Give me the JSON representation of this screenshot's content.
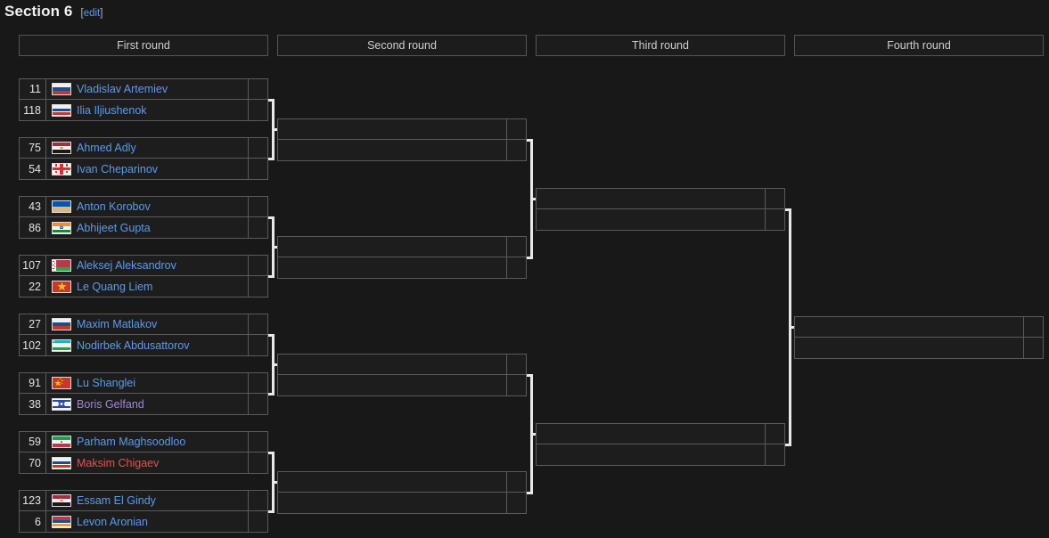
{
  "heading": {
    "title": "Section 6",
    "bracket_open": "[",
    "edit_label": "edit",
    "bracket_close": "]"
  },
  "colors": {
    "link": "#5d9bed",
    "visited_link": "#a187d6",
    "red_link": "#ea5050",
    "background": "#181818",
    "cell_background": "#1d1d1d",
    "cell_border": "#5a5a5a",
    "connector": "#e8e8e8",
    "header_text": "#cfcfcf"
  },
  "rounds": [
    {
      "label": "First round"
    },
    {
      "label": "Second round"
    },
    {
      "label": "Third round"
    },
    {
      "label": "Fourth round"
    }
  ],
  "first_round_matches": [
    {
      "players": [
        {
          "seed": "11",
          "name": "Vladislav Artemiev",
          "country": "Russia",
          "flag": "ru",
          "link_state": "normal"
        },
        {
          "seed": "118",
          "name": "Ilia Iljiushenok",
          "country": "Russia",
          "flag": "ru",
          "link_state": "normal"
        }
      ]
    },
    {
      "players": [
        {
          "seed": "75",
          "name": "Ahmed Adly",
          "country": "Egypt",
          "flag": "eg",
          "link_state": "normal"
        },
        {
          "seed": "54",
          "name": "Ivan Cheparinov",
          "country": "Georgia",
          "flag": "ge",
          "link_state": "normal"
        }
      ]
    },
    {
      "players": [
        {
          "seed": "43",
          "name": "Anton Korobov",
          "country": "Ukraine",
          "flag": "ua",
          "link_state": "normal"
        },
        {
          "seed": "86",
          "name": "Abhijeet Gupta",
          "country": "India",
          "flag": "in",
          "link_state": "normal"
        }
      ]
    },
    {
      "players": [
        {
          "seed": "107",
          "name": "Aleksej Aleksandrov",
          "country": "Belarus",
          "flag": "by",
          "link_state": "normal"
        },
        {
          "seed": "22",
          "name": "Le Quang Liem",
          "country": "Vietnam",
          "flag": "vn",
          "link_state": "normal"
        }
      ]
    },
    {
      "players": [
        {
          "seed": "27",
          "name": "Maxim Matlakov",
          "country": "Russia",
          "flag": "ru",
          "link_state": "normal"
        },
        {
          "seed": "102",
          "name": "Nodirbek Abdusattorov",
          "country": "Uzbekistan",
          "flag": "uz",
          "link_state": "normal"
        }
      ]
    },
    {
      "players": [
        {
          "seed": "91",
          "name": "Lu Shanglei",
          "country": "China",
          "flag": "cn",
          "link_state": "normal"
        },
        {
          "seed": "38",
          "name": "Boris Gelfand",
          "country": "Israel",
          "flag": "il",
          "link_state": "visited"
        }
      ]
    },
    {
      "players": [
        {
          "seed": "59",
          "name": "Parham Maghsoodloo",
          "country": "Iran",
          "flag": "ir",
          "link_state": "normal"
        },
        {
          "seed": "70",
          "name": "Maksim Chigaev",
          "country": "Russia",
          "flag": "ru",
          "link_state": "redlink"
        }
      ]
    },
    {
      "players": [
        {
          "seed": "123",
          "name": "Essam El Gindy",
          "country": "Egypt",
          "flag": "eg",
          "link_state": "normal"
        },
        {
          "seed": "6",
          "name": "Levon Aronian",
          "country": "Armenia",
          "flag": "am",
          "link_state": "normal"
        }
      ]
    }
  ],
  "second_round_matches": [
    {
      "players": [
        {
          "name": "",
          "score": ""
        },
        {
          "name": "",
          "score": ""
        }
      ]
    },
    {
      "players": [
        {
          "name": "",
          "score": ""
        },
        {
          "name": "",
          "score": ""
        }
      ]
    },
    {
      "players": [
        {
          "name": "",
          "score": ""
        },
        {
          "name": "",
          "score": ""
        }
      ]
    },
    {
      "players": [
        {
          "name": "",
          "score": ""
        },
        {
          "name": "",
          "score": ""
        }
      ]
    }
  ],
  "third_round_matches": [
    {
      "players": [
        {
          "name": "",
          "score": ""
        },
        {
          "name": "",
          "score": ""
        }
      ]
    },
    {
      "players": [
        {
          "name": "",
          "score": ""
        },
        {
          "name": "",
          "score": ""
        }
      ]
    }
  ],
  "fourth_round_matches": [
    {
      "players": [
        {
          "name": "",
          "score": ""
        },
        {
          "name": "",
          "score": ""
        }
      ]
    }
  ]
}
